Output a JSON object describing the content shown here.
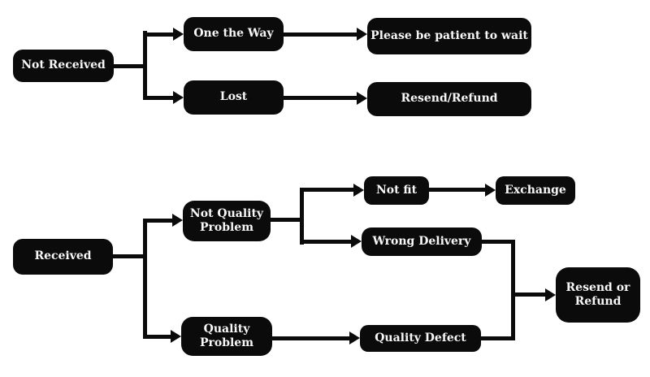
{
  "diagram": {
    "type": "flowchart",
    "colors": {
      "background": "#ffffff",
      "node_background": "#0b0b0b",
      "node_text": "#f7f7f7",
      "connector": "#0b0b0b"
    },
    "nodes": {
      "not_received": "Not Received",
      "one_the_way": "One the Way",
      "lost": "Lost",
      "please_wait": "Please be patient to wait",
      "resend_refund": "Resend/Refund",
      "received": "Received",
      "not_quality_problem": "Not Quality Problem",
      "quality_problem": "Quality Problem",
      "not_fit": "Not fit",
      "exchange": "Exchange",
      "wrong_delivery": "Wrong Delivery",
      "quality_defect": "Quality Defect",
      "resend_or_refund": "Resend or Refund"
    },
    "edges": [
      {
        "from": "Not Received",
        "to": "One the Way"
      },
      {
        "from": "Not Received",
        "to": "Lost"
      },
      {
        "from": "One the Way",
        "to": "Please be patient to wait"
      },
      {
        "from": "Lost",
        "to": "Resend/Refund"
      },
      {
        "from": "Received",
        "to": "Not Quality Problem"
      },
      {
        "from": "Received",
        "to": "Quality Problem"
      },
      {
        "from": "Not Quality Problem",
        "to": "Not fit"
      },
      {
        "from": "Not Quality Problem",
        "to": "Wrong Delivery"
      },
      {
        "from": "Not fit",
        "to": "Exchange"
      },
      {
        "from": "Quality Problem",
        "to": "Quality Defect"
      },
      {
        "from": "Wrong Delivery",
        "to": "Resend or Refund"
      },
      {
        "from": "Quality Defect",
        "to": "Resend or Refund"
      }
    ]
  }
}
